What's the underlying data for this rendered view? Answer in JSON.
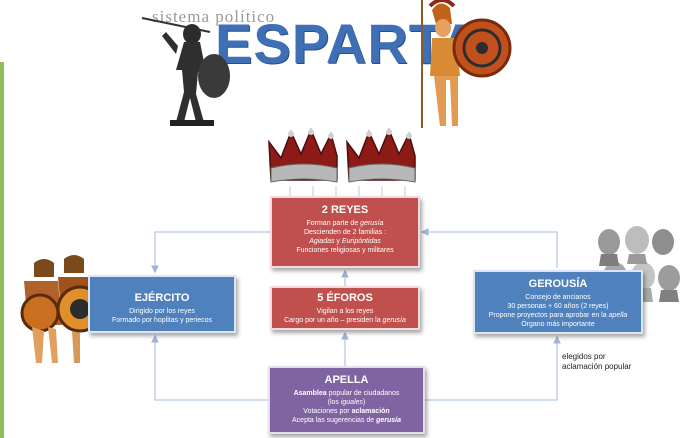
{
  "header": {
    "subtitle": "sistema político",
    "title": "ESPARTA"
  },
  "boxes": {
    "reyes": {
      "title": "2 REYES",
      "line1_a": "Forman  parte de ",
      "line1_b": "gerusía",
      "line2": "Descienden de 2 familias :",
      "line3_a": "Agiadas",
      "line3_b": " y ",
      "line3_c": "Euripóntidas",
      "line4": "Funciones religiosas y militares",
      "color": "#c0504d"
    },
    "eforos": {
      "title": "5 ÉFOROS",
      "line1": "Vigilan a los reyes",
      "line2_a": "Cargo por un año – presiden la ",
      "line2_b": "gerusía",
      "color": "#c0504d"
    },
    "ejercito": {
      "title": "EJÉRCITO",
      "line1": "Dirigido por los reyes",
      "line2": "Formado por hoplitas y periecos",
      "color": "#4f81bd"
    },
    "gerousia": {
      "title": "GEROUSÍA",
      "line1": "Consejo de ancianos",
      "line2": "30 personas  + 60 años (2 reyes)",
      "line3_a": "Propone  proyectos para aprobar en la ",
      "line3_b": "apella",
      "line4": "Órgano más importante",
      "color": "#4f81bd"
    },
    "apella": {
      "title": "APELLA",
      "line1_a": "Asamblea",
      "line1_b": " popular de ciudadanos",
      "line2_a": "(los ",
      "line2_b": "iguales",
      "line2_c": ")",
      "line3_a": "Votaciones por ",
      "line3_b": "aclamación",
      "line4_a": "Acepta las sugerencias de ",
      "line4_b": "gerusía",
      "color": "#8064a2"
    }
  },
  "note": {
    "line1": "elegidos por",
    "line2": "aclamación popular"
  },
  "images": {
    "crowns": "two red and silver royal crowns",
    "warrior_black": "black spartan warrior statue with spear",
    "warrior_orange": "orange spartan hoplite with shield",
    "soldiers": "group of spartan soldiers with shields",
    "elders": "greek philosopher busts"
  }
}
